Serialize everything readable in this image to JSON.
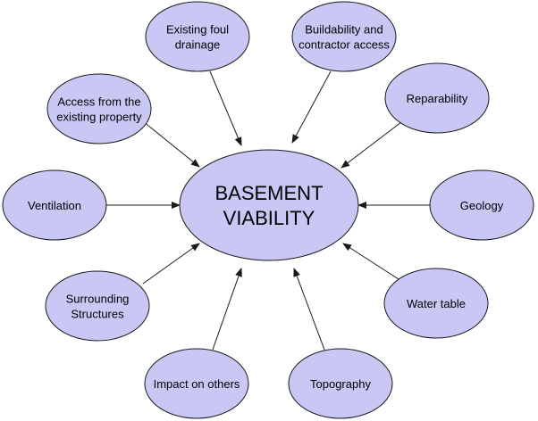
{
  "colors": {
    "node_fill": "#c9c8f5",
    "outline": "#1a1a1a",
    "text": "#000000",
    "background": "#ffffff"
  },
  "center": {
    "lines": [
      "BASEMENT",
      "VIABILITY"
    ]
  },
  "nodes": [
    {
      "id": "existing-foul-drainage",
      "lines": [
        "Existing foul",
        "drainage"
      ]
    },
    {
      "id": "buildability-and-contractor-access",
      "lines": [
        "Buildability and",
        "contractor access"
      ]
    },
    {
      "id": "access-from-existing-property",
      "lines": [
        "Access from the",
        "existing property"
      ]
    },
    {
      "id": "reparability",
      "lines": [
        "Reparability"
      ]
    },
    {
      "id": "ventilation",
      "lines": [
        "Ventilation"
      ]
    },
    {
      "id": "geology",
      "lines": [
        "Geology"
      ]
    },
    {
      "id": "surrounding-structures",
      "lines": [
        "Surrounding",
        "Structures"
      ]
    },
    {
      "id": "water-table",
      "lines": [
        "Water table"
      ]
    },
    {
      "id": "impact-on-others",
      "lines": [
        "Impact on others"
      ]
    },
    {
      "id": "topography",
      "lines": [
        "Topography"
      ]
    }
  ]
}
